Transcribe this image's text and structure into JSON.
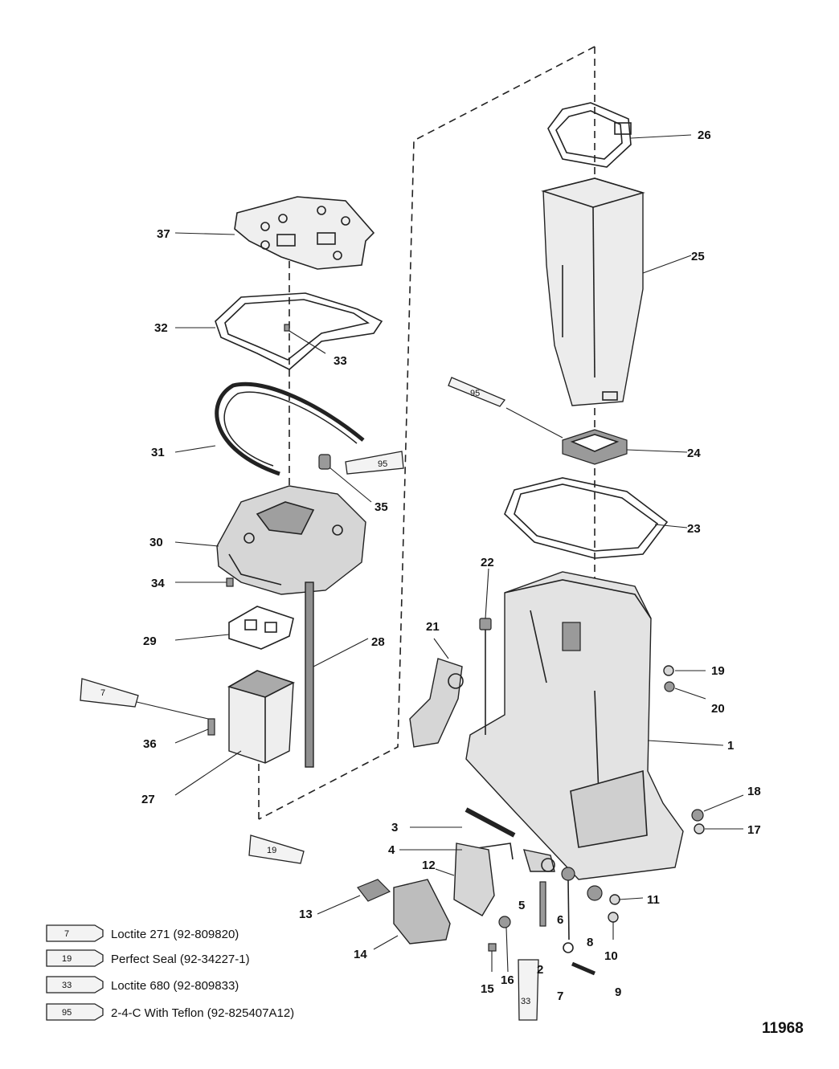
{
  "callouts": [
    {
      "id": "1",
      "text": "1"
    },
    {
      "id": "2",
      "text": "2"
    },
    {
      "id": "3",
      "text": "3"
    },
    {
      "id": "4",
      "text": "4"
    },
    {
      "id": "5",
      "text": "5"
    },
    {
      "id": "6",
      "text": "6"
    },
    {
      "id": "7a",
      "text": "7"
    },
    {
      "id": "8",
      "text": "8"
    },
    {
      "id": "9",
      "text": "9"
    },
    {
      "id": "10",
      "text": "10"
    },
    {
      "id": "11",
      "text": "11"
    },
    {
      "id": "12",
      "text": "12"
    },
    {
      "id": "13",
      "text": "13"
    },
    {
      "id": "14",
      "text": "14"
    },
    {
      "id": "15",
      "text": "15"
    },
    {
      "id": "16",
      "text": "16"
    },
    {
      "id": "17",
      "text": "17"
    },
    {
      "id": "18",
      "text": "18"
    },
    {
      "id": "19",
      "text": "19"
    },
    {
      "id": "20",
      "text": "20"
    },
    {
      "id": "21",
      "text": "21"
    },
    {
      "id": "22",
      "text": "22"
    },
    {
      "id": "23",
      "text": "23"
    },
    {
      "id": "24",
      "text": "24"
    },
    {
      "id": "25",
      "text": "25"
    },
    {
      "id": "26",
      "text": "26"
    },
    {
      "id": "27",
      "text": "27"
    },
    {
      "id": "28",
      "text": "28"
    },
    {
      "id": "29",
      "text": "29"
    },
    {
      "id": "30",
      "text": "30"
    },
    {
      "id": "31",
      "text": "31"
    },
    {
      "id": "32",
      "text": "32"
    },
    {
      "id": "33",
      "text": "33"
    },
    {
      "id": "34",
      "text": "34"
    },
    {
      "id": "35",
      "text": "35"
    },
    {
      "id": "36",
      "text": "36"
    },
    {
      "id": "37",
      "text": "37"
    }
  ],
  "sealant_tubes": {
    "tube_95": "95",
    "tube_7": "7",
    "tube_19": "19",
    "tube_33": "33"
  },
  "legend": [
    {
      "tube": "7",
      "text": "Loctite 271 (92-809820)"
    },
    {
      "tube": "19",
      "text": "Perfect Seal (92-34227-1)"
    },
    {
      "tube": "33",
      "text": "Loctite 680 (92-809833)"
    },
    {
      "tube": "95",
      "text": "2-4-C  With Teflon (92-825407A12)"
    }
  ],
  "figure_number": "11968"
}
